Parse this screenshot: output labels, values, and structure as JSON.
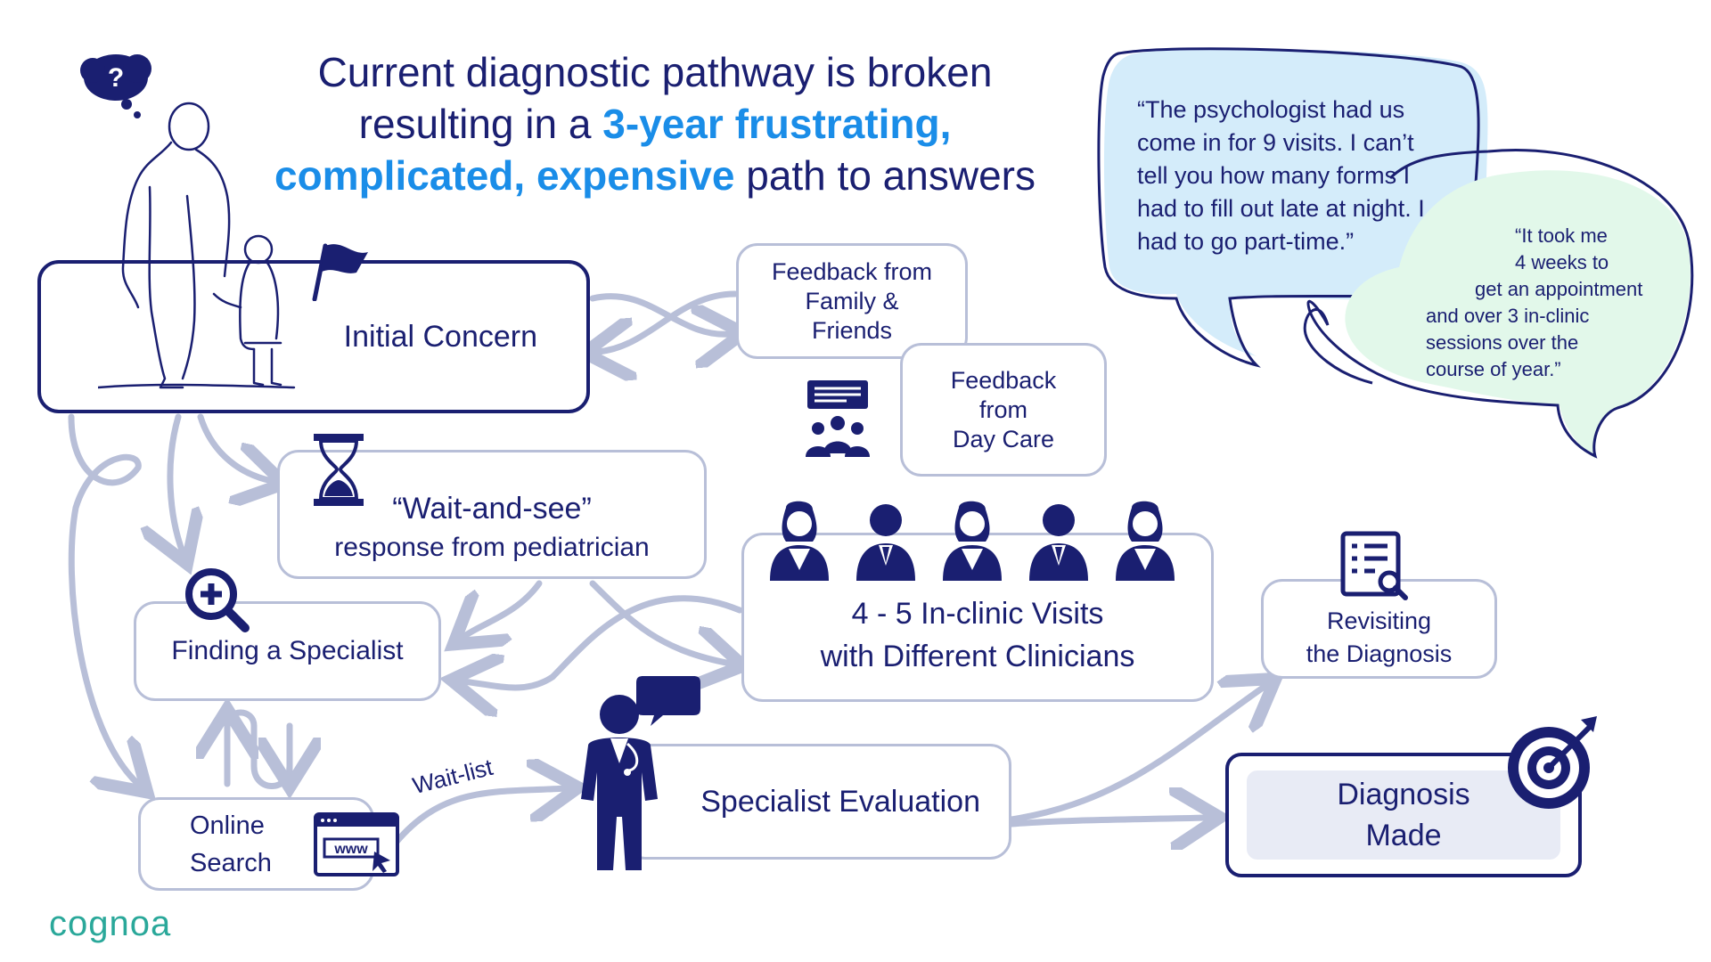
{
  "title": {
    "line1": "Current diagnostic pathway is broken",
    "line2_pre": "resulting in a ",
    "line2_hl": "3-year frustrating,",
    "line3_hl": "complicated, expensive",
    "line3_post": " path to answers"
  },
  "nodes": {
    "initial_concern": "Initial Concern",
    "feedback_family": [
      "Feedback from",
      "Family &",
      "Friends"
    ],
    "feedback_daycare": [
      "Feedback",
      "from",
      "Day Care"
    ],
    "wait_and_see": [
      "“Wait-and-see”",
      "response from pediatrician"
    ],
    "finding_specialist": "Finding a Specialist",
    "in_clinic": [
      "4 - 5 In-clinic Visits",
      "with Different Clinicians"
    ],
    "revisiting": [
      "Revisiting",
      "the Diagnosis"
    ],
    "online_search": [
      "Online",
      "Search"
    ],
    "specialist_eval": "Specialist Evaluation",
    "diagnosis": [
      "Diagnosis",
      "Made"
    ]
  },
  "edge_labels": {
    "wait_list": "Wait-list"
  },
  "quotes": {
    "q1": [
      "“The psychologist had us",
      "come in for 9 visits. I can’t",
      "tell you how many forms I",
      "had to fill out late at night. I",
      "had to go part-time.”"
    ],
    "q2": [
      "“It took me",
      "4 weeks to",
      "get an appointment",
      "and over 3 in-clinic",
      "sessions over the",
      "course of year.”"
    ]
  },
  "icons": {
    "thought_bubble_mark": "?",
    "browser_text": "www"
  },
  "brand": {
    "logo": "cognoa"
  },
  "colors": {
    "navy": "#1a1f71",
    "accent": "#1a8de8",
    "arrow": "#b8bfd8",
    "bubble_blue": "#d4ecfa",
    "bubble_green": "#e2f8ea",
    "teal": "#2aa89a"
  }
}
